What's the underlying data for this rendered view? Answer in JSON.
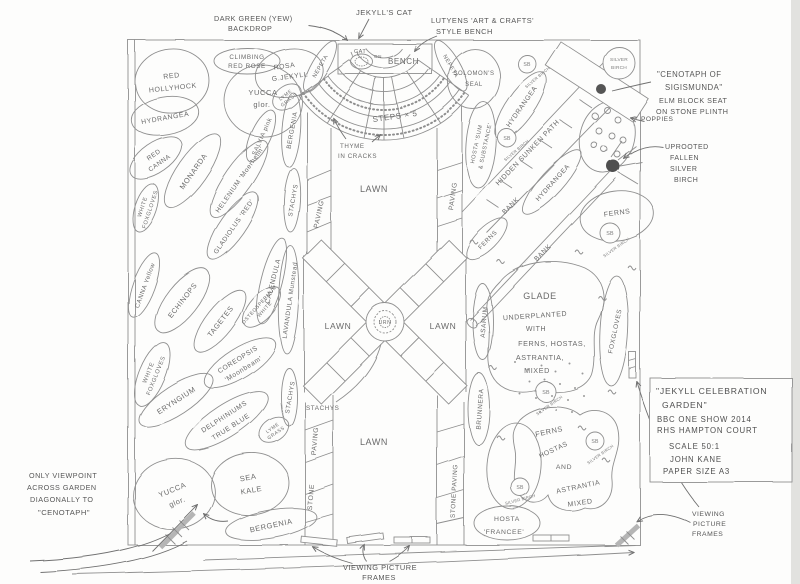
{
  "colors": {
    "paper": "#fdfdfc",
    "pencil": "#8f8f8f",
    "label_text": "#6a6a6a",
    "annotation_text": "#575757",
    "edge_shadow": "#e2e2df"
  },
  "annotations": {
    "yew_l1": "DARK GREEN (YEW)",
    "yew_l2": "BACKDROP",
    "jekylls_cat": "JEKYLL'S CAT",
    "lutyens_l1": "LUTYENS 'ART & CRAFTS'",
    "lutyens_l2": "STYLE BENCH",
    "cenotaph_l1": "\"CENOTAPH OF",
    "cenotaph_l2": "SIGISMUNDA\"",
    "elm_l1": "ELM BLOCK SEAT",
    "elm_l2": "ON STONE PLINTH",
    "poppies": "POPPIES",
    "uprooted_l1": "UPROOTED",
    "uprooted_l2": "FALLEN",
    "uprooted_l3": "SILVER",
    "uprooted_l4": "BIRCH",
    "viewpoint_l1": "ONLY VIEWPOINT",
    "viewpoint_l2": "ACROSS GARDEN",
    "viewpoint_l3": "DIAGONALLY TO",
    "viewpoint_l4": "\"CENOTAPH\"",
    "frames_bottom_l1": "VIEWING PICTURE",
    "frames_bottom_l2": "FRAMES",
    "frames_right_l1": "VIEWING",
    "frames_right_l2": "PICTURE",
    "frames_right_l3": "FRAMES"
  },
  "title_block": {
    "l1": "\"JEKYLL CELEBRATION",
    "l2": "GARDEN\"",
    "l3": "BBC ONE SHOW 2014",
    "l4": "RHS HAMPTON COURT",
    "scale": "SCALE 50:1",
    "designer": "JOHN KANE",
    "paper": "PAPER SIZE A3"
  },
  "garden": {
    "bench_cat": "CAT",
    "bench_on": "ON",
    "bench": "BENCH",
    "steps": "STEPS × 5",
    "thyme_l1": "THYME",
    "thyme_l2": "IN CRACKS",
    "lawn": "LAWN",
    "urn": "URN",
    "paving": "PAVING",
    "stone": "STONE",
    "stone_paving": "STONE PAVING",
    "nepeta": "NEPETA",
    "stachys": "STACHYS",
    "bergenia": "BERGENIA",
    "hidden_sunken_path": "HIDDEN SUNKEN PATH",
    "bank": "BANK",
    "sb": "SB",
    "silver_birch": "SILVER BIRCH",
    "silver_l1": "SILVER",
    "silver_l2": "BIRCH",
    "glade_l1": "GLADE",
    "glade_l2": "UNDERPLANTED",
    "glade_l3": "WITH",
    "glade_l4": "FERNS, HOSTAS,",
    "glade_l5": "ASTRANTIA,",
    "glade_l6": "MIXED",
    "mix_l1": "FERNS",
    "mix_l2": "HOSTAS",
    "mix_l3": "AND",
    "mix_l4": "ASTRANTIA",
    "mix_l5": "MIXED",
    "ferns": "FERNS"
  },
  "beds": {
    "red_hollyhock_l1": "RED",
    "red_hollyhock_l2": "HOLLYHOCK",
    "climbing_rose_l1": "CLIMBING",
    "climbing_rose_l2": "RED ROSE",
    "yucca_l1": "YUCCA",
    "yucca_l2": "glor.",
    "rosa_l1": "ROSA",
    "rosa_l2": "G.JEKYLL",
    "lyme_l1": "LYME",
    "lyme_l2": "GRASS",
    "hydrangea": "HYDRANGEA",
    "red_canna_l1": "RED",
    "red_canna_l2": "CANNA",
    "white_fox_l1": "WHITE",
    "white_fox_l2": "FOXGLOVES",
    "monarda": "MONARDA",
    "helenium": "HELENIUM 'Moerheim'",
    "salvia": "SALVIA pink",
    "gladiolus": "GLADIOLUS 'RED'",
    "canna_yellow": "CANNA Yellow",
    "echinops": "ECHINOPS",
    "tagetes": "TAGETES",
    "calendula": "CALENDULA",
    "osteo_l1": "OSTEOSPERMUM",
    "osteo_l2": "WHITE",
    "lavandula": "LAVANDULA Munstead",
    "coreopsis_l1": "COREOPSIS",
    "coreopsis_l2": "'Moonbeam'",
    "eryngium": "ERYNGIUM",
    "delphiniums_l1": "DELPHINIUMS",
    "delphiniums_l2": "TRUE BLUE",
    "sea_kale_l1": "SEA",
    "sea_kale_l2": "KALE",
    "solomons_l1": "SOLOMON'S",
    "solomons_l2": "SEAL",
    "hosta_sum_l1": "HOSTA 'SUM",
    "hosta_sum_l2": "& SUBSTANCE'",
    "asarum": "ASARUM",
    "foxgloves": "FOXGLOVES",
    "brunnera": "BRUNNERA",
    "hosta_francee_l1": "HOSTA",
    "hosta_francee_l2": "'FRANCEE'"
  }
}
